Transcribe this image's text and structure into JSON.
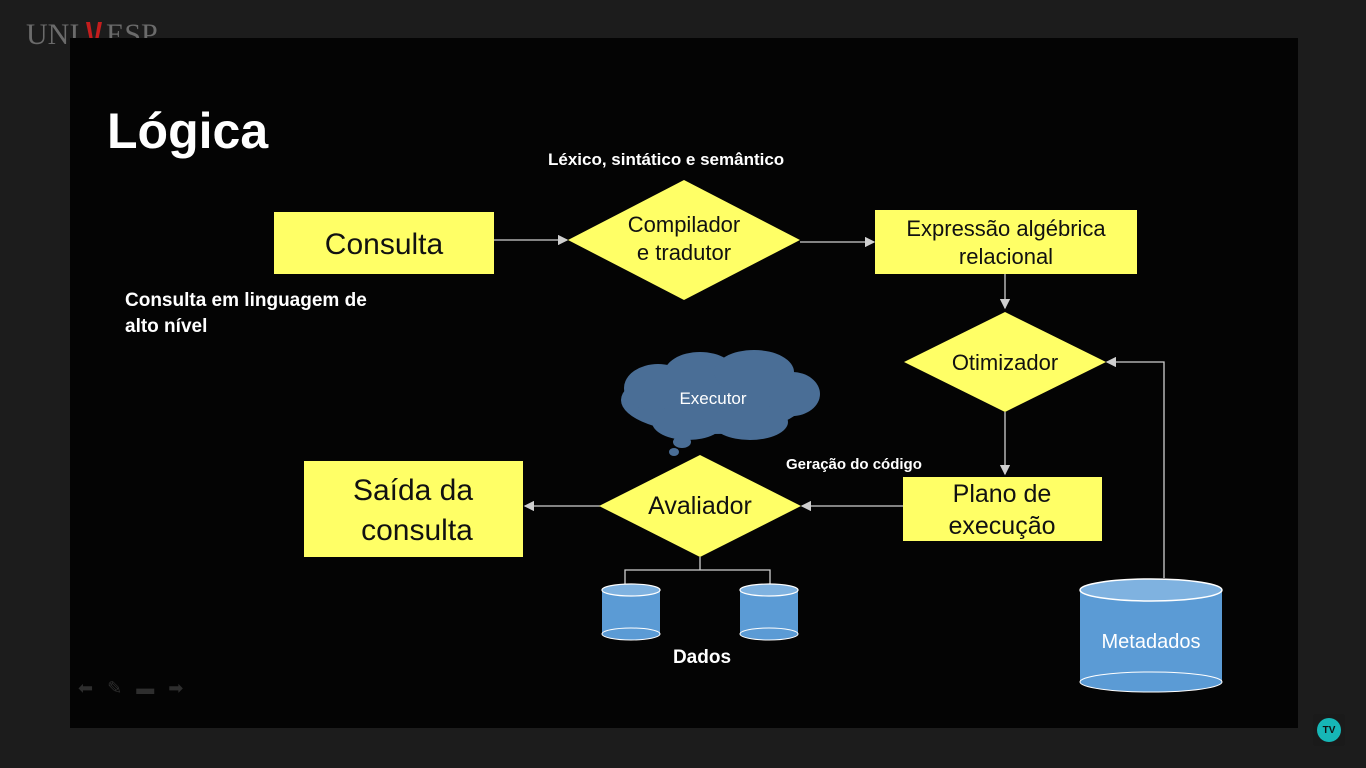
{
  "branding": {
    "logo": "UNIVESP",
    "tv_badge": "TV"
  },
  "slide": {
    "title": "Lógica",
    "note_compiler": "Léxico, sintático e semântico",
    "note_query_line1": "Consulta em linguagem de",
    "note_query_line2": "alto nível",
    "note_codegen": "Geração do código",
    "data_label": "Dados"
  },
  "nodes": {
    "consulta": "Consulta",
    "compilador_line1": "Compilador",
    "compilador_line2": "e tradutor",
    "expressao_line1": "Expressão algébrica",
    "expressao_line2": "relacional",
    "otimizador": "Otimizador",
    "plano_line1": "Plano de",
    "plano_line2": "execução",
    "avaliador": "Avaliador",
    "saida_line1": "Saída da",
    "saida_line2": "consulta",
    "executor": "Executor",
    "metadados": "Metadados"
  },
  "toolbar": {
    "prev": "⬅",
    "pen": "✎",
    "slides": "▬",
    "next": "➡"
  },
  "colors": {
    "box": "#ffff66",
    "cylinder": "#5b9bd5",
    "cloud": "#4a6e96"
  }
}
